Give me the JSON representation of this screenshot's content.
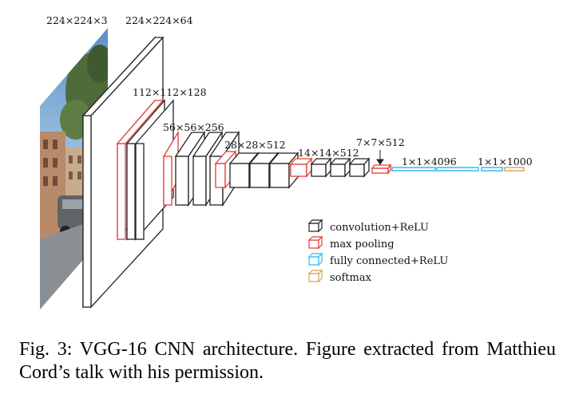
{
  "diagram": {
    "layer_labels": {
      "input": "224×224×3",
      "conv1": "224×224×64",
      "conv2": "112×112×128",
      "conv3": "56×56×256",
      "conv4": "28×28×512",
      "conv5": "14×14×512",
      "pool5": "7×7×512",
      "fc1": "1×1×4096",
      "fc3": "1×1×1000"
    },
    "legend": [
      {
        "label": "convolution+ReLU",
        "color": "#222222"
      },
      {
        "label": "max pooling",
        "color": "#e53935"
      },
      {
        "label": "fully connected+ReLU",
        "color": "#29b6f6"
      },
      {
        "label": "softmax",
        "color": "#d4a35a"
      }
    ],
    "colors": {
      "conv": "#222222",
      "pool": "#e53935",
      "fc": "#29b6f6",
      "softmax": "#d4a35a"
    }
  },
  "caption": "Fig. 3: VGG-16 CNN architecture. Figure extracted from Matthieu Cord’s talk with his permission."
}
